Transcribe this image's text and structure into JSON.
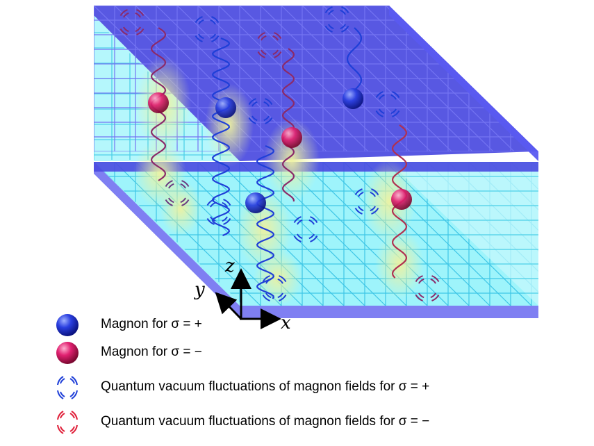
{
  "axes": {
    "x": "x",
    "y": "y",
    "z": "z"
  },
  "legend": [
    {
      "kind": "magnon-plus",
      "label": "Magnon for σ = +"
    },
    {
      "kind": "magnon-minus",
      "label": "Magnon for σ = −"
    },
    {
      "kind": "vacuum-plus",
      "label": "Quantum vacuum fluctuations of magnon fields for σ = +"
    },
    {
      "kind": "vacuum-minus",
      "label": "Quantum vacuum fluctuations of magnon fields for σ = −"
    }
  ],
  "colors": {
    "slab_top": "#4a4ae0",
    "slab_side": "#9ff4fb",
    "grid_top": "#6f6ff0",
    "grid_side": "#56d3ea",
    "plus": "#1f3fd8",
    "minus": "#e0204a",
    "wave_minus": "#8b2a6a",
    "glow": "#e8f08a"
  }
}
